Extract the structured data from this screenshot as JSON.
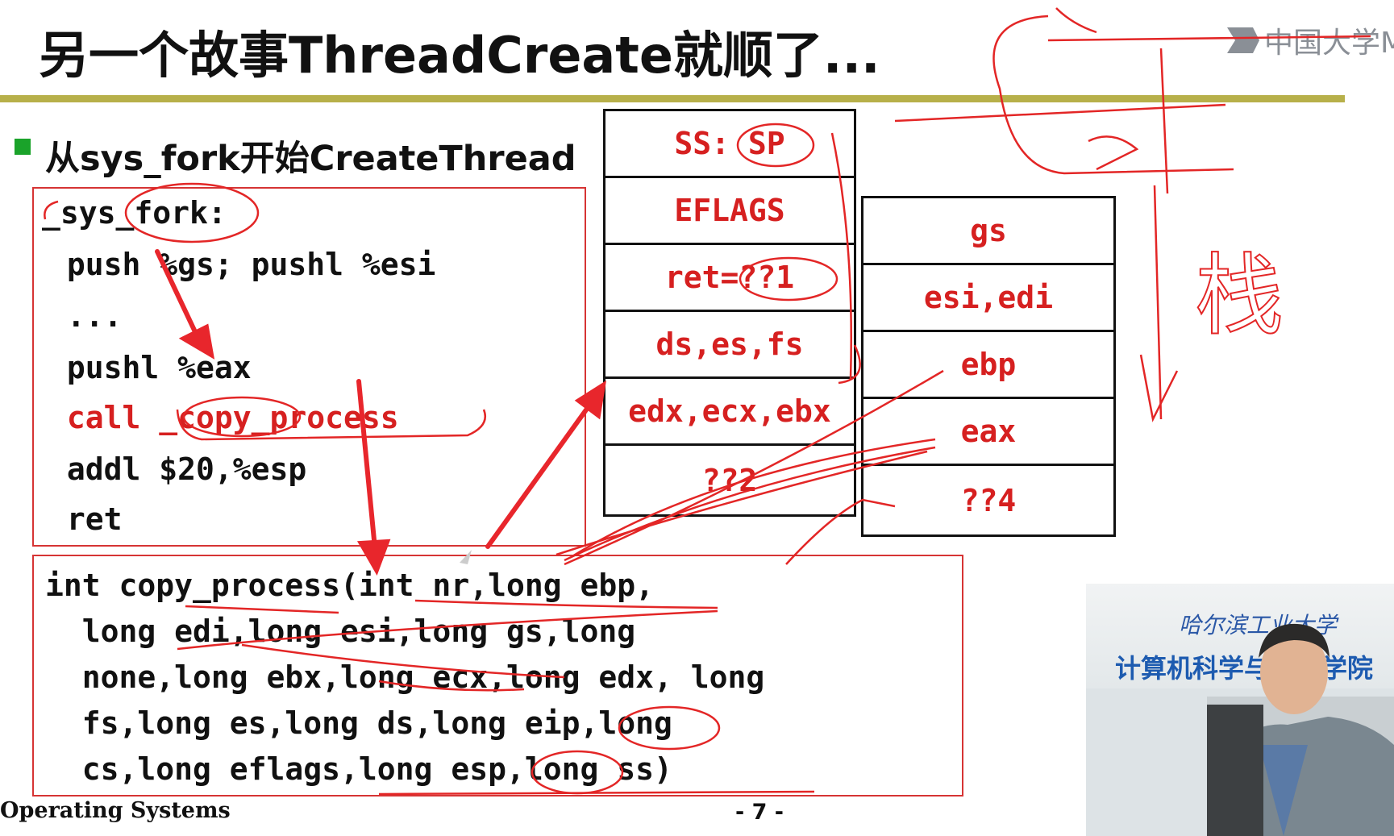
{
  "slide": {
    "title": "另一个故事ThreadCreate就顺了...",
    "watermark": "中国大学MOOC",
    "bullet": "从sys_fork开始CreateThread",
    "footer_course": "Operating Systems",
    "footer_page": "- 7 -",
    "colors": {
      "rule": "#b7b04a",
      "accent_red": "#d62020",
      "bullet_green": "#1aa32a"
    }
  },
  "sys_fork_code": [
    "_sys_fork:",
    " push %gs; pushl %esi",
    " ...",
    " pushl %eax",
    " call _copy_process",
    " addl $20,%esp",
    " ret"
  ],
  "copy_process_code": [
    "int copy_process(int nr,long ebp,",
    "  long edi,long esi,long gs,long",
    "  none,long ebx,long ecx,long edx, long",
    "  fs,long es,long ds,long eip,long",
    "  cs,long eflags,long esp,long ss)"
  ],
  "stack_left": [
    "SS: SP",
    "EFLAGS",
    "ret=??1",
    "ds,es,fs",
    "edx,ecx,ebx",
    "??2"
  ],
  "stack_right": [
    "gs",
    "esi,edi",
    "ebp",
    "eax",
    "??4"
  ],
  "handwriting": {
    "stack_label": "栈"
  },
  "video": {
    "calligraphy": "哈尔滨工业大学",
    "school_banner": "计算机科学与技术学院"
  }
}
